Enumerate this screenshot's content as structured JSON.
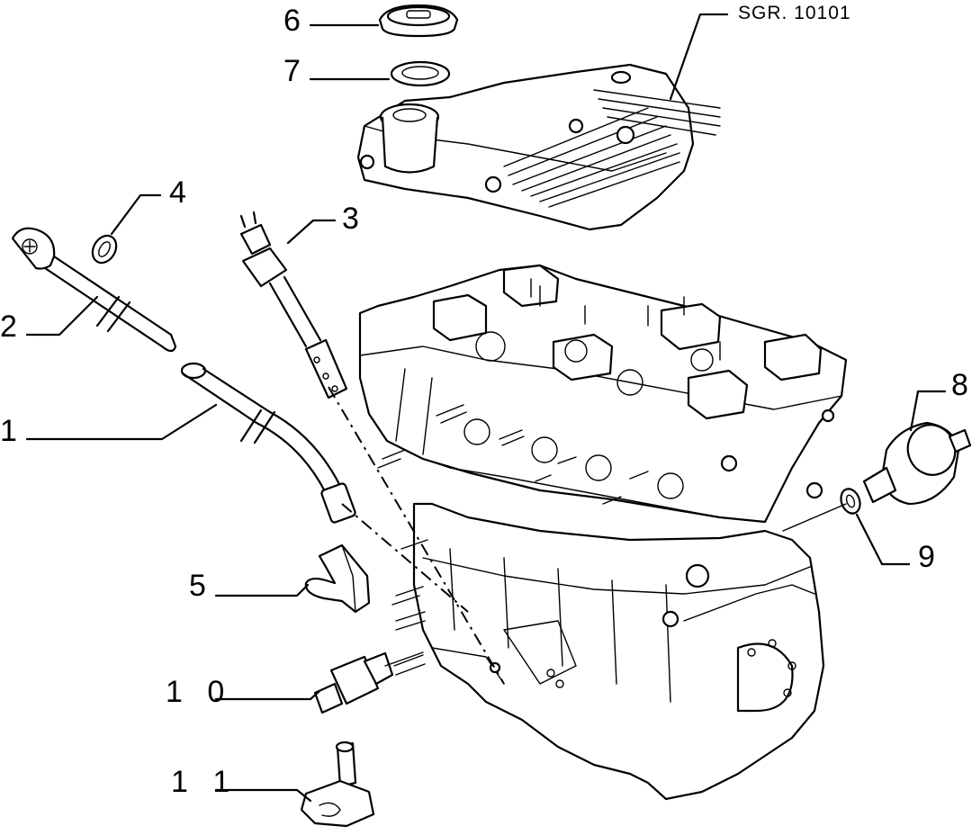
{
  "reference": {
    "code": "SGR. 10101"
  },
  "callouts": [
    {
      "id": "1",
      "label": "1"
    },
    {
      "id": "2",
      "label": "2"
    },
    {
      "id": "3",
      "label": "3"
    },
    {
      "id": "4",
      "label": "4"
    },
    {
      "id": "5",
      "label": "5"
    },
    {
      "id": "6",
      "label": "6"
    },
    {
      "id": "7",
      "label": "7"
    },
    {
      "id": "8",
      "label": "8"
    },
    {
      "id": "9",
      "label": "9"
    },
    {
      "id": "10",
      "label": "1 0"
    },
    {
      "id": "11",
      "label": "1 1"
    }
  ],
  "colors": {
    "line": "#000000",
    "background": "#ffffff"
  }
}
